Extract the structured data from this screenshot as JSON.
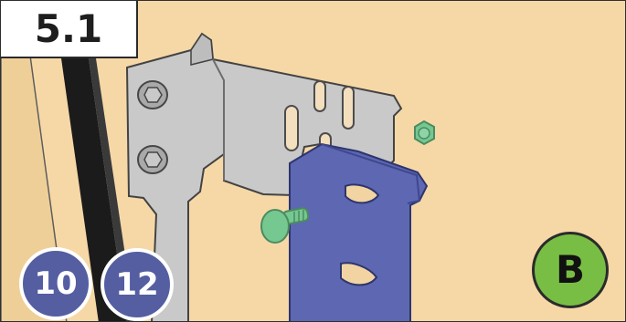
{
  "step": {
    "label": "5.1"
  },
  "tool_badges": [
    {
      "label": "10",
      "color": "#545EA1"
    },
    {
      "label": "12",
      "color": "#545EA1"
    }
  ],
  "part_badge": {
    "label": "B",
    "color": "#78BE44"
  },
  "illustration": {
    "background_color": "#F6D8A7",
    "bracket_color": "#C9C9C9",
    "channel_color": "#5D67B2",
    "fastener_color": "#75C890",
    "bolt_color": "#B5B5B5"
  }
}
